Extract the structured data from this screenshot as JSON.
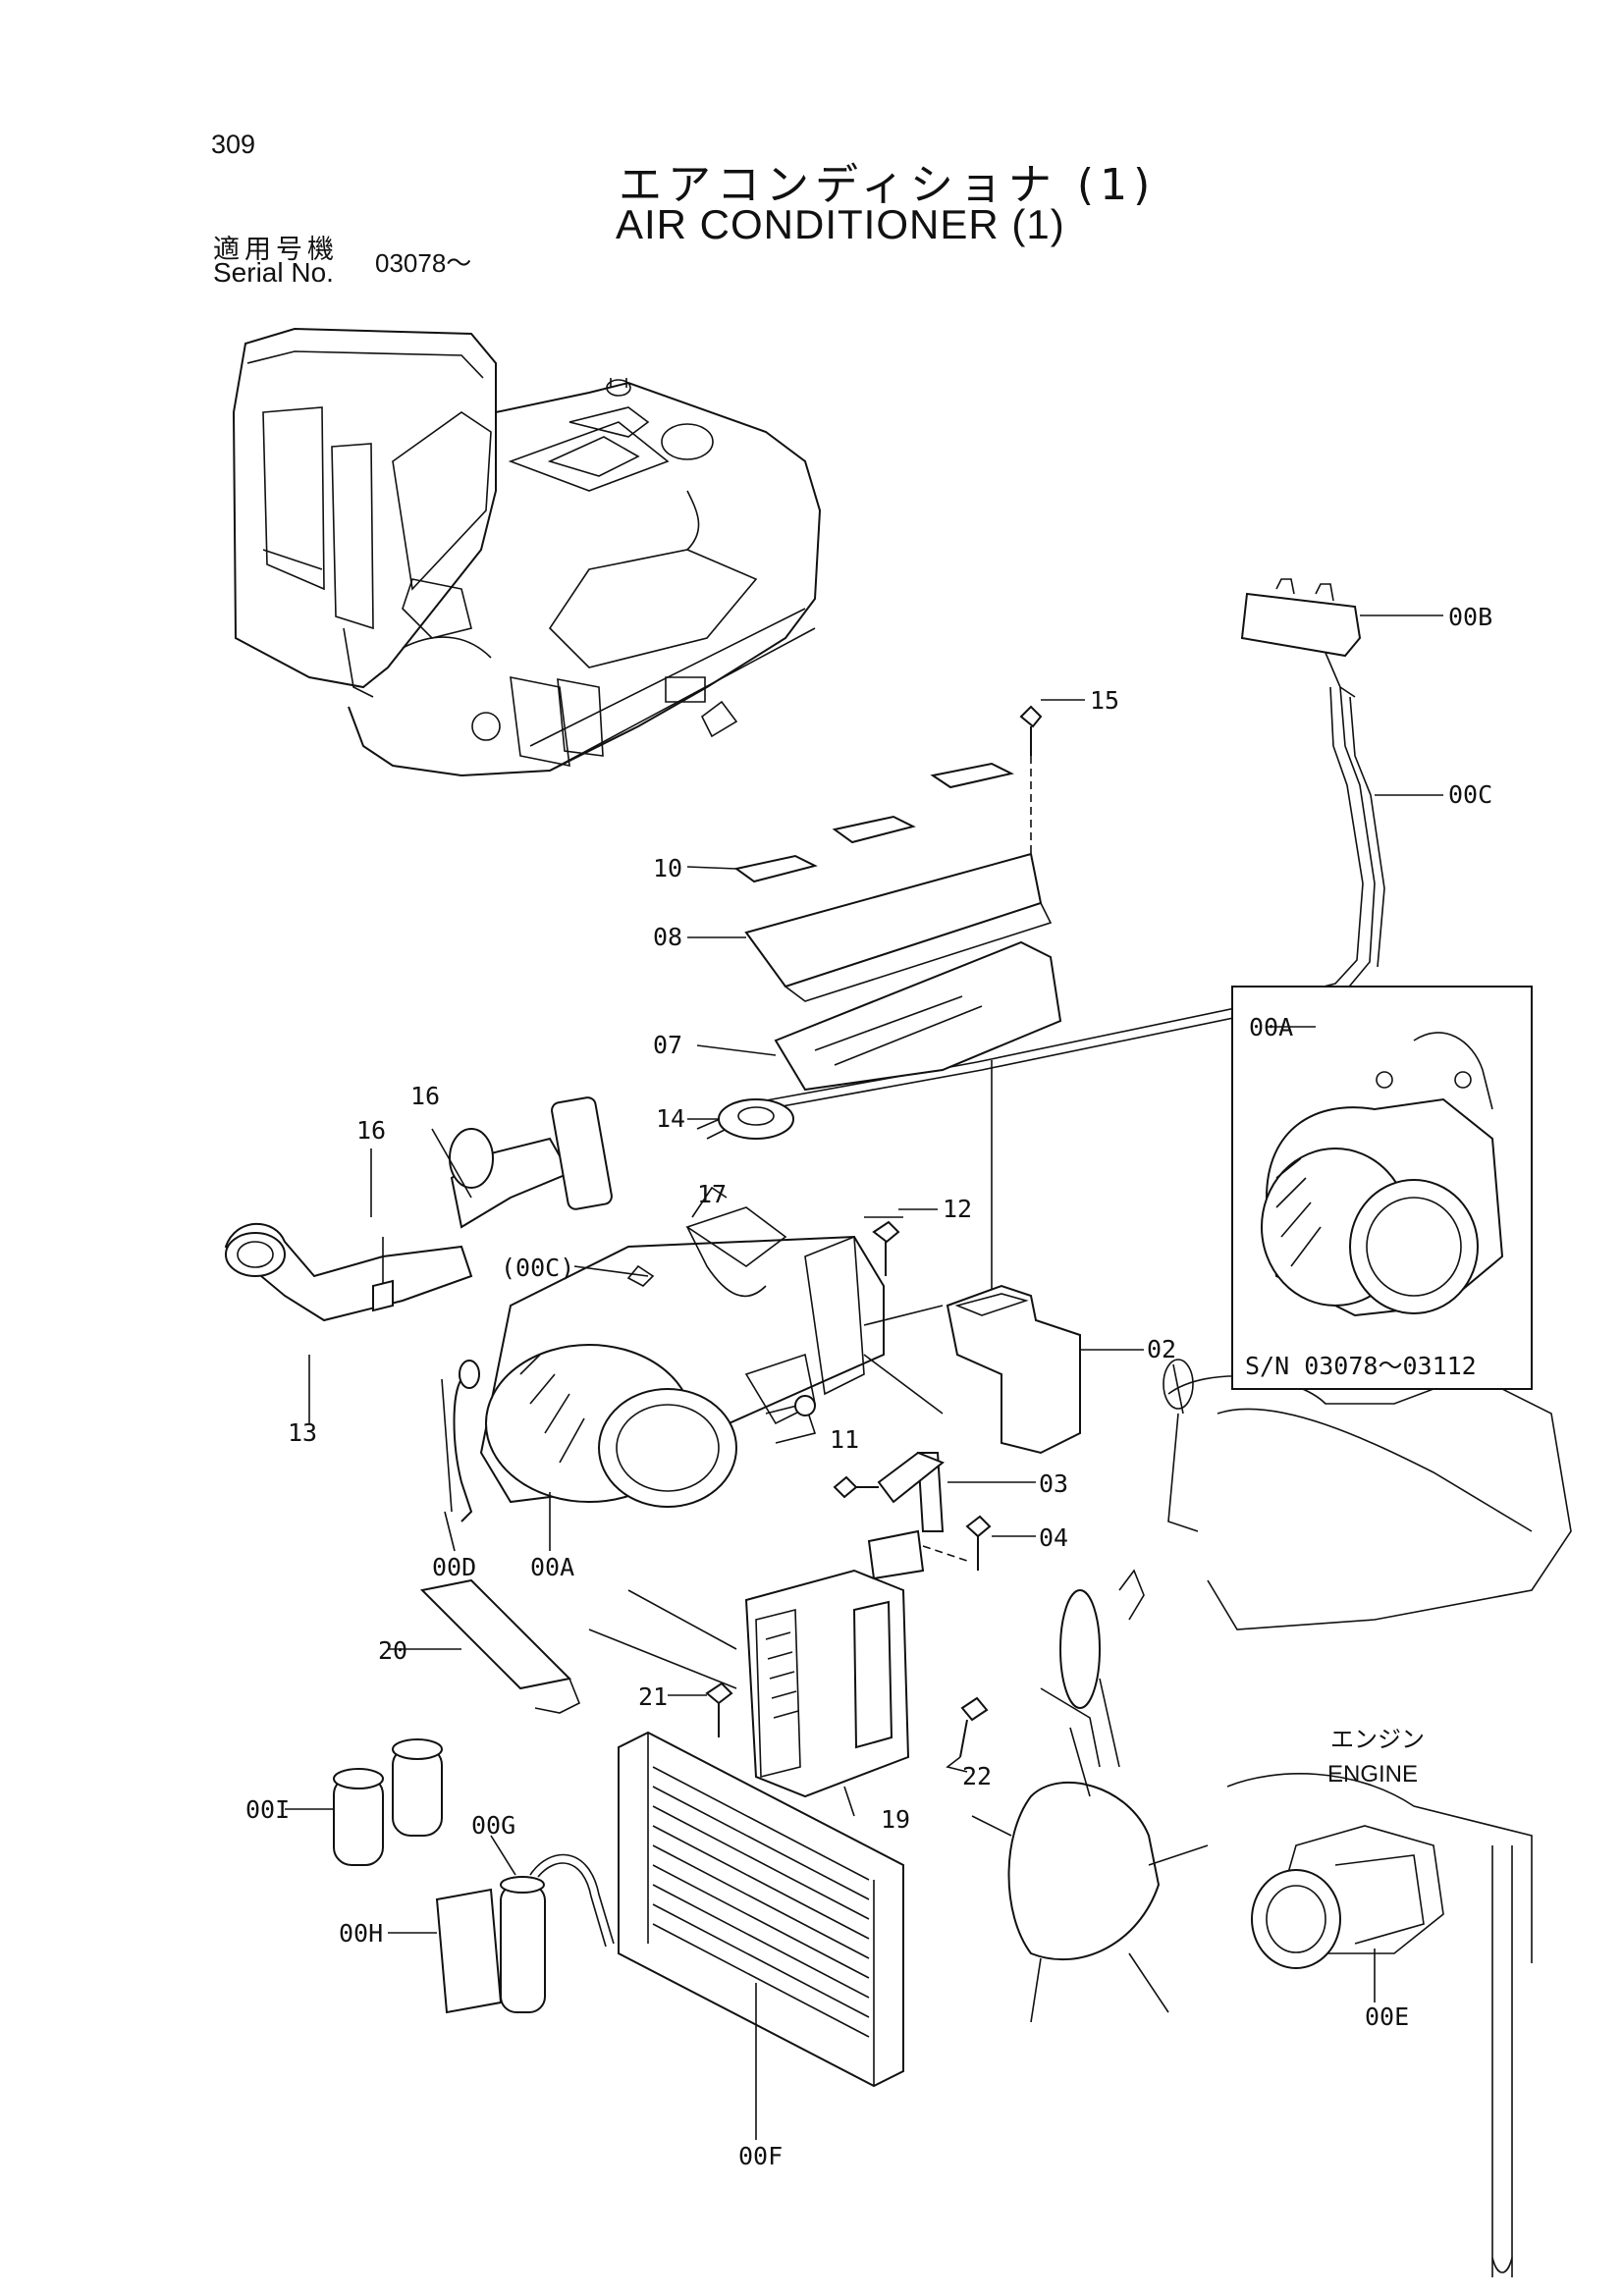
{
  "page": {
    "number": "309",
    "title_jp": "エアコンディショナ (1)",
    "title_en": "AIR CONDITIONER (1)"
  },
  "serial": {
    "label_jp": "適用号機",
    "label_en": "Serial No.",
    "value": "03078～"
  },
  "callouts": {
    "c_00b": "00B",
    "c_00c": "00C",
    "c_15": "15",
    "c_10": "10",
    "c_08": "08",
    "c_07": "07",
    "c_14": "14",
    "c_16a": "16",
    "c_16b": "16",
    "c_17": "17",
    "c_12": "12",
    "c_00c_paren": "(00C)",
    "c_13": "13",
    "c_02": "02",
    "c_11": "11",
    "c_03": "03",
    "c_04": "04",
    "c_00d": "00D",
    "c_00a": "00A",
    "c_20": "20",
    "c_21": "21",
    "c_22": "22",
    "c_19": "19",
    "c_00i": "00I",
    "c_00g": "00G",
    "c_00h": "00H",
    "c_00f": "00F",
    "c_00e": "00E"
  },
  "inset": {
    "label": "00A",
    "serial_range": "S/N  03078～03112"
  },
  "engine": {
    "label_jp": "エンジン",
    "label_en": "ENGINE"
  }
}
